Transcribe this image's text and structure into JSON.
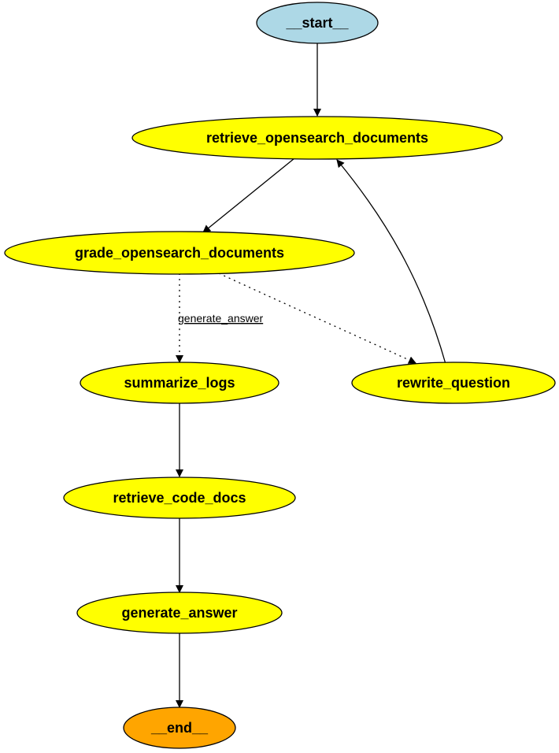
{
  "colors": {
    "start_fill": "#add8e6",
    "node_fill": "#ffff00",
    "end_fill": "#ffa500",
    "stroke": "#000000"
  },
  "nodes": {
    "start": {
      "label": "__start__",
      "kind": "start"
    },
    "retrieve_opensearch_documents": {
      "label": "retrieve_opensearch_documents",
      "kind": "node"
    },
    "grade_opensearch_documents": {
      "label": "grade_opensearch_documents",
      "kind": "node"
    },
    "summarize_logs": {
      "label": "summarize_logs",
      "kind": "node"
    },
    "rewrite_question": {
      "label": "rewrite_question",
      "kind": "node"
    },
    "retrieve_code_docs": {
      "label": "retrieve_code_docs",
      "kind": "node"
    },
    "generate_answer": {
      "label": "generate_answer",
      "kind": "node"
    },
    "end": {
      "label": "__end__",
      "kind": "end"
    }
  },
  "edges": [
    {
      "from": "start",
      "to": "retrieve_opensearch_documents",
      "style": "solid"
    },
    {
      "from": "retrieve_opensearch_documents",
      "to": "grade_opensearch_documents",
      "style": "solid"
    },
    {
      "from": "grade_opensearch_documents",
      "to": "summarize_logs",
      "style": "dotted",
      "label": "generate_answer"
    },
    {
      "from": "grade_opensearch_documents",
      "to": "rewrite_question",
      "style": "dotted"
    },
    {
      "from": "rewrite_question",
      "to": "retrieve_opensearch_documents",
      "style": "solid"
    },
    {
      "from": "summarize_logs",
      "to": "retrieve_code_docs",
      "style": "solid"
    },
    {
      "from": "retrieve_code_docs",
      "to": "generate_answer",
      "style": "solid"
    },
    {
      "from": "generate_answer",
      "to": "end",
      "style": "solid"
    }
  ]
}
